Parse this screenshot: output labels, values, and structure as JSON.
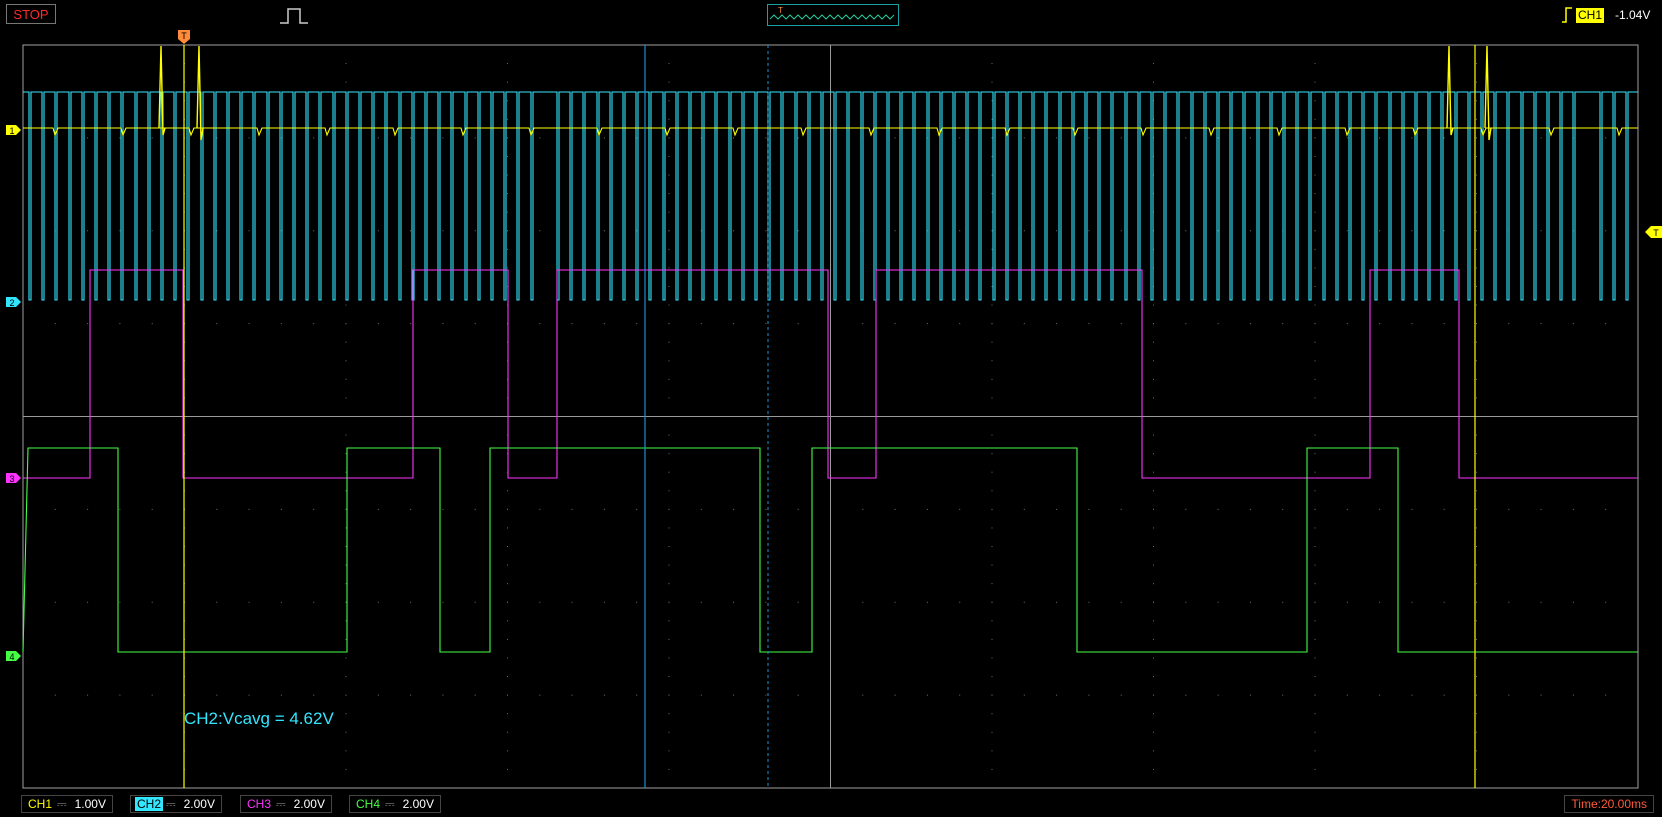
{
  "app": {
    "run_state": "STOP",
    "trigger": {
      "channel": "CH1",
      "level": "-1.04V"
    }
  },
  "channels": [
    {
      "name": "CH1",
      "scale": "1.00V",
      "coupling": "DC",
      "color": "#ffff00",
      "marker": "1"
    },
    {
      "name": "CH2",
      "scale": "2.00V",
      "coupling": "DC",
      "color": "#33e6ff",
      "marker": "2"
    },
    {
      "name": "CH3",
      "scale": "2.00V",
      "coupling": "DC",
      "color": "#ff33ff",
      "marker": "3"
    },
    {
      "name": "CH4",
      "scale": "2.00V",
      "coupling": "DC",
      "color": "#44ff44",
      "marker": "4"
    }
  ],
  "timebase": "Time:20.00ms",
  "measurement": "CH2:Vcavg = 4.62V",
  "markers": {
    "trigger_label": "T"
  },
  "colors": {
    "grid": "#707070",
    "background": "#000000",
    "frame": "#a0a0a0",
    "cursor": "#1a8fd8",
    "trigger_marker": "#ff8a3a"
  }
}
